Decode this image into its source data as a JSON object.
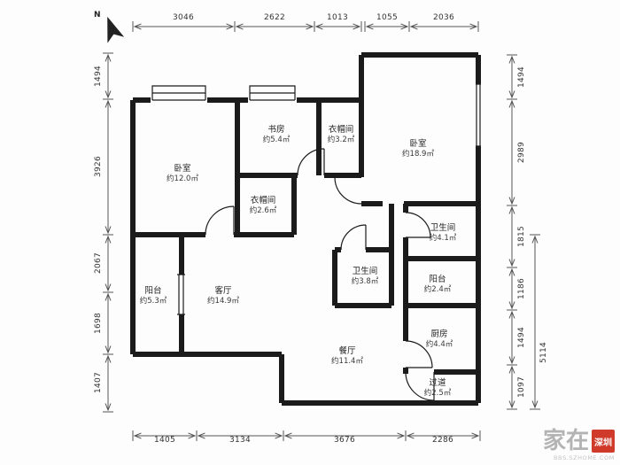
{
  "north": {
    "label": "N"
  },
  "rooms": {
    "bedroom_left": {
      "name": "卧室",
      "area": "约12.0㎡"
    },
    "study": {
      "name": "书房",
      "area": "约5.4㎡"
    },
    "cloak_top": {
      "name": "衣帽间",
      "area": "约3.2㎡"
    },
    "bedroom_right": {
      "name": "卧室",
      "area": "约18.9㎡"
    },
    "cloak_mid": {
      "name": "衣帽间",
      "area": "约2.6㎡"
    },
    "bath_right": {
      "name": "卫生间",
      "area": "约4.1㎡"
    },
    "bath_mid": {
      "name": "卫生间",
      "area": "约3.8㎡"
    },
    "balcony_right": {
      "name": "阳台",
      "area": "约2.4㎡"
    },
    "balcony_left": {
      "name": "阳台",
      "area": "约5.3㎡"
    },
    "living": {
      "name": "客厅",
      "area": "约14.9㎡"
    },
    "dining": {
      "name": "餐厅",
      "area": "约11.4㎡"
    },
    "kitchen": {
      "name": "厨房",
      "area": "约4.4㎡"
    },
    "hallway": {
      "name": "过道",
      "area": "约2.5㎡"
    }
  },
  "dimensions": {
    "top": [
      "3046",
      "2622",
      "1013",
      "1055",
      "2036"
    ],
    "left": [
      "1494",
      "3926",
      "2067",
      "1698",
      "1407"
    ],
    "right": [
      "1494",
      "2989",
      "1815",
      "1186",
      "1494",
      "1097"
    ],
    "right_outer": [
      "5114"
    ],
    "bottom": [
      "1405",
      "3134",
      "3676",
      "2286"
    ]
  },
  "watermark": {
    "brand": "家在",
    "badge": "深圳",
    "caption": "BBS.SZHOME.COM"
  },
  "colors": {
    "wall": "#1b1b1b",
    "dim_line": "#555555",
    "watermark_red": "#cf3a2b",
    "watermark_gray": "#b3b3b3"
  }
}
